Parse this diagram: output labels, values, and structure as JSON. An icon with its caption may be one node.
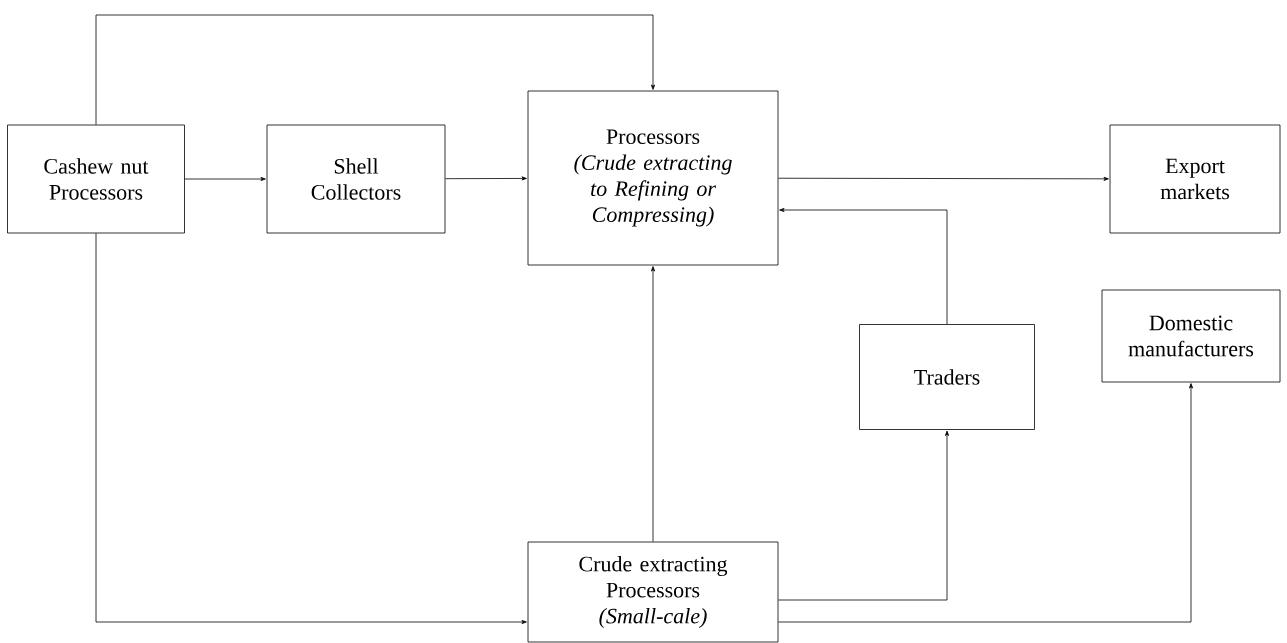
{
  "diagram": {
    "nodes": [
      {
        "text": [
          "Cashew nut Processors"
        ]
      },
      {
        "text": [
          "Shell Collectors"
        ]
      },
      {
        "text": [
          "Processors",
          "(Crude extracting to Refining or  Compressing)"
        ]
      },
      {
        "text": [
          "Export markets"
        ]
      },
      {
        "text": [
          "Domestic manufacturers"
        ]
      },
      {
        "text": [
          "Traders"
        ]
      },
      {
        "text": [
          "Crude extracting Processors",
          "(Small-cale)"
        ]
      }
    ],
    "edges": [
      {
        "from": 0,
        "to": 1,
        "arrow": "to"
      },
      {
        "from": 1,
        "to": 2,
        "arrow": "to"
      },
      {
        "from": 0,
        "to": 2,
        "arrow": "to"
      },
      {
        "from": 0,
        "to": 6,
        "arrow": "to"
      },
      {
        "from": 2,
        "to": 3,
        "arrow": "to"
      },
      {
        "from": 6,
        "to": 2,
        "arrow": "to"
      },
      {
        "from": 6,
        "to": 5,
        "arrow": "to"
      },
      {
        "from": 5,
        "to": 2,
        "arrow": "to"
      },
      {
        "from": 6,
        "to": 4,
        "arrow": "to"
      }
    ]
  }
}
